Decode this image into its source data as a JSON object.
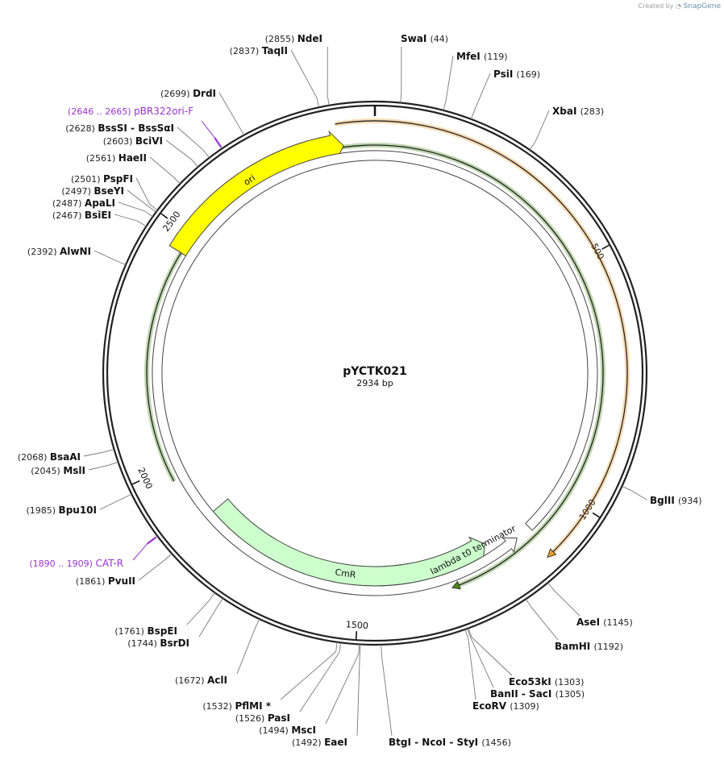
{
  "credit": {
    "prefix": "Created by",
    "brand": "SnapGene"
  },
  "plasmid": {
    "name": "pYCTK021",
    "length_label": "2934 bp",
    "length": 2934
  },
  "ticks": [
    {
      "pos": 500,
      "label": "500"
    },
    {
      "pos": 1000,
      "label": "1000"
    },
    {
      "pos": 1500,
      "label": "1500"
    },
    {
      "pos": 2000,
      "label": "2000"
    },
    {
      "pos": 2500,
      "label": "2500"
    }
  ],
  "features": [
    {
      "name": "ori",
      "start": 2460,
      "end": 2870,
      "direction": "forward",
      "color": "#ffff00"
    },
    {
      "name": "CmR",
      "start": 1870,
      "end": 1200,
      "direction": "reverse",
      "color": "#ccffcc"
    },
    {
      "name": "lambda t0 terminator",
      "start": 1100,
      "end": 1135,
      "direction": "reverse",
      "color": "#ffffff"
    }
  ],
  "orf_arcs": [
    {
      "start": 2860,
      "end": 1110,
      "color": "#e89a2c"
    },
    {
      "start": 1970,
      "end": 1300,
      "color": "#4b8b1a"
    }
  ],
  "primers": [
    {
      "range": "(2646 .. 2665)",
      "name": "pBR322ori-F",
      "pos": 2655,
      "color": "#9933cc"
    },
    {
      "range": "(1890 .. 1909)",
      "name": "CAT-R",
      "pos": 1900,
      "color": "#9933cc"
    }
  ],
  "sites": [
    {
      "name": "NdeI",
      "pos": "(2855)"
    },
    {
      "name": "TaqII",
      "pos": "(2837)"
    },
    {
      "name": "SwaI",
      "pos": "(44)"
    },
    {
      "name": "MfeI",
      "pos": "(119)"
    },
    {
      "name": "PsiI",
      "pos": "(169)"
    },
    {
      "name": "XbaI",
      "pos": "(283)"
    },
    {
      "name": "DrdI",
      "pos": "(2699)"
    },
    {
      "name": "BssSI - BssSαI",
      "pos": "(2628)"
    },
    {
      "name": "BciVI",
      "pos": "(2603)"
    },
    {
      "name": "HaeII",
      "pos": "(2561)"
    },
    {
      "name": "PspFI",
      "pos": "(2501)"
    },
    {
      "name": "BseYI",
      "pos": "(2497)"
    },
    {
      "name": "ApaLI",
      "pos": "(2487)"
    },
    {
      "name": "BsiEI",
      "pos": "(2467)"
    },
    {
      "name": "AlwNI",
      "pos": "(2392)"
    },
    {
      "name": "BsaAI",
      "pos": "(2068)"
    },
    {
      "name": "MslI",
      "pos": "(2045)"
    },
    {
      "name": "Bpu10I",
      "pos": "(1985)"
    },
    {
      "name": "PvuII",
      "pos": "(1861)"
    },
    {
      "name": "BspEI",
      "pos": "(1761)"
    },
    {
      "name": "BsrDI",
      "pos": "(1744)"
    },
    {
      "name": "AclI",
      "pos": "(1672)"
    },
    {
      "name": "PflMI *",
      "pos": "(1532)"
    },
    {
      "name": "PasI",
      "pos": "(1526)"
    },
    {
      "name": "MscI",
      "pos": "(1494)"
    },
    {
      "name": "EaeI",
      "pos": "(1492)"
    },
    {
      "name": "BtgI - NcoI - StyI",
      "pos": "(1456)"
    },
    {
      "name": "EcoRV",
      "pos": "(1309)"
    },
    {
      "name": "BanII - SacI",
      "pos": "(1305)"
    },
    {
      "name": "Eco53kI",
      "pos": "(1303)"
    },
    {
      "name": "BamHI",
      "pos": "(1192)"
    },
    {
      "name": "AseI",
      "pos": "(1145)"
    },
    {
      "name": "BglII",
      "pos": "(934)"
    }
  ]
}
